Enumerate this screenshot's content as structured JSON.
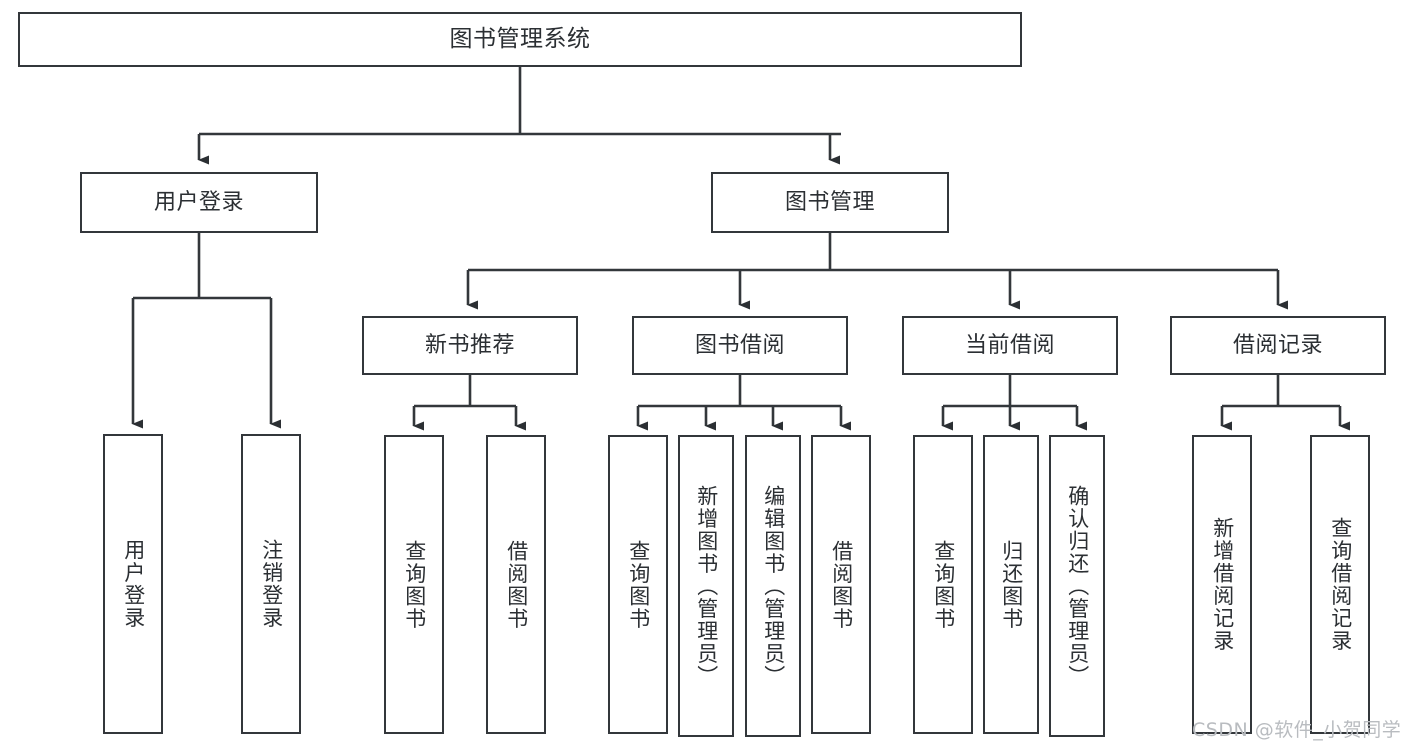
{
  "diagram": {
    "title": "图书管理系统",
    "type": "hierarchy-tree",
    "colors": {
      "stroke": "#33373b",
      "fill": "#ffffff",
      "text": "#2b2f33",
      "watermark": "#b9bcc0"
    },
    "nodes": {
      "root": {
        "label": "图书管理系统"
      },
      "level2": [
        {
          "label": "用户登录"
        },
        {
          "label": "图书管理"
        }
      ],
      "level3": [
        {
          "label": "新书推荐"
        },
        {
          "label": "图书借阅"
        },
        {
          "label": "当前借阅"
        },
        {
          "label": "借阅记录"
        }
      ],
      "leaves_user_login": [
        {
          "label": "用户登录"
        },
        {
          "label": "注销登录"
        }
      ],
      "leaves_new_book": [
        {
          "label": "查询图书"
        },
        {
          "label": "借阅图书"
        }
      ],
      "leaves_borrow": [
        {
          "label": "查询图书"
        },
        {
          "label": "新增图书（管理员）"
        },
        {
          "label": "编辑图书（管理员）"
        },
        {
          "label": "借阅图书"
        }
      ],
      "leaves_current": [
        {
          "label": "查询图书"
        },
        {
          "label": "归还图书"
        },
        {
          "label": "确认归还（管理员）"
        }
      ],
      "leaves_records": [
        {
          "label": "新增借阅记录"
        },
        {
          "label": "查询借阅记录"
        }
      ]
    },
    "watermark": "CSDN @软件_小贺同学"
  }
}
